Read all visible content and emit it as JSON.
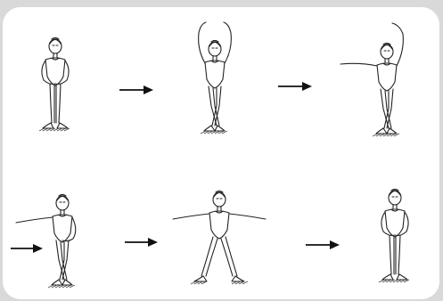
{
  "sequence": [
    {
      "pose": "first-position-arms-low"
    },
    {
      "pose": "arms-raised-overhead"
    },
    {
      "pose": "one-arm-up-one-arm-side"
    },
    {
      "pose": "one-arm-side-one-arm-low"
    },
    {
      "pose": "arms-open-to-sides"
    },
    {
      "pose": "first-position-arms-low"
    }
  ],
  "arrows": 5,
  "colors": {
    "background": "#d9d9d9",
    "panel": "#ffffff",
    "ink": "#222222"
  }
}
